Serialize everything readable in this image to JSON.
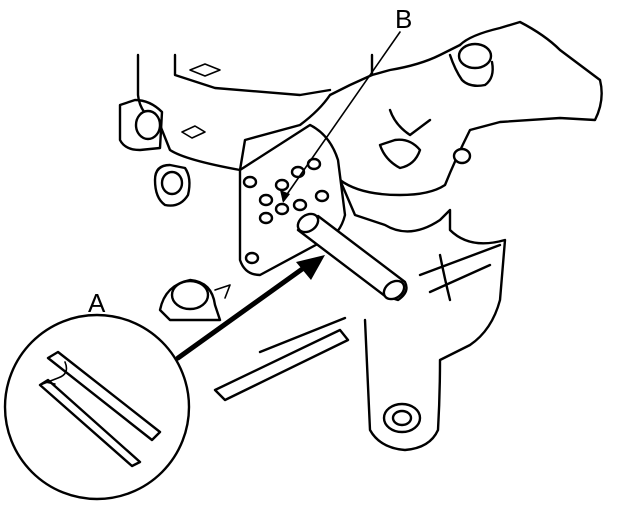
{
  "figure": {
    "callouts": [
      {
        "id": "A",
        "label": "A"
      },
      {
        "id": "B",
        "label": "B"
      }
    ],
    "colors": {
      "line": "#000000",
      "background": "#ffffff"
    }
  }
}
